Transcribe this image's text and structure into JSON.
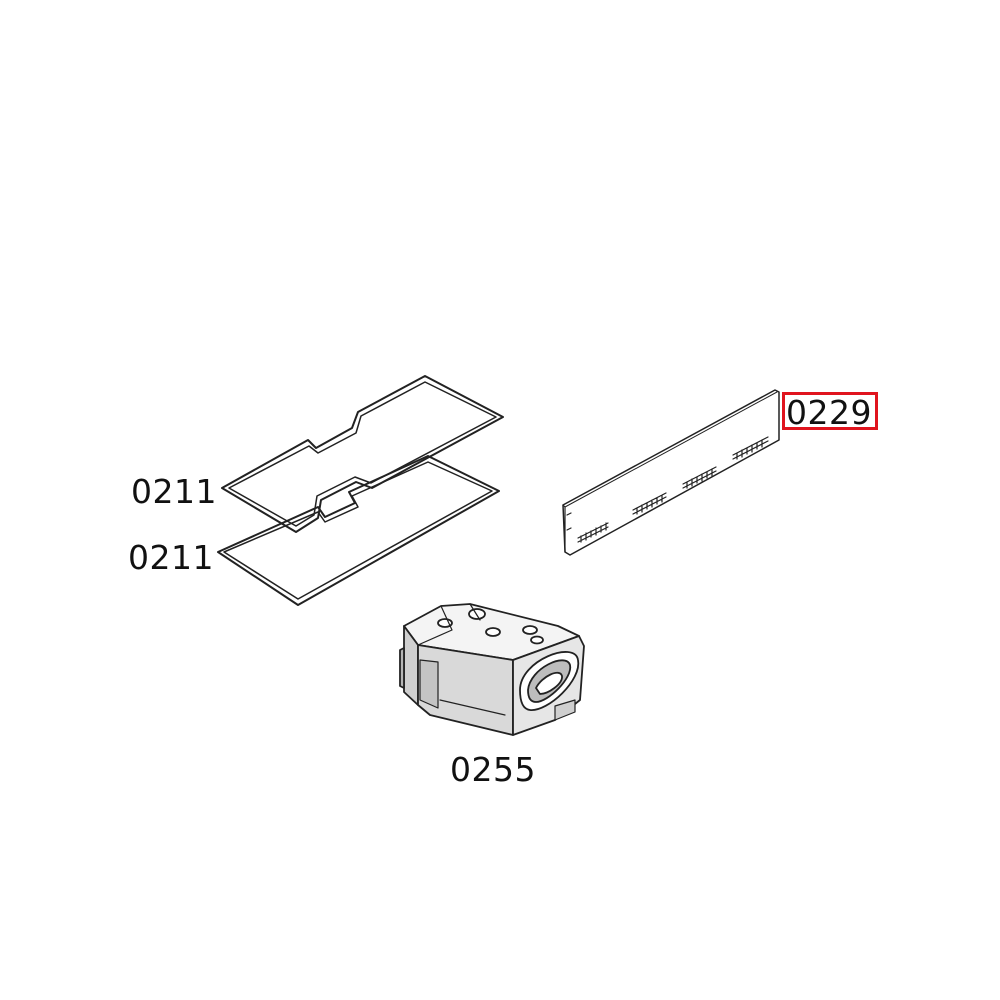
{
  "parts": {
    "gasket_top": {
      "number": "0211"
    },
    "gasket_bottom": {
      "number": "0211"
    },
    "control_board": {
      "number": "0229",
      "highlighted": true
    },
    "module": {
      "number": "0255"
    }
  },
  "colors": {
    "line": "#222222",
    "highlight": "#e0141e",
    "module_fill": "#d9d9d9",
    "board_fill": "#ffffff"
  }
}
